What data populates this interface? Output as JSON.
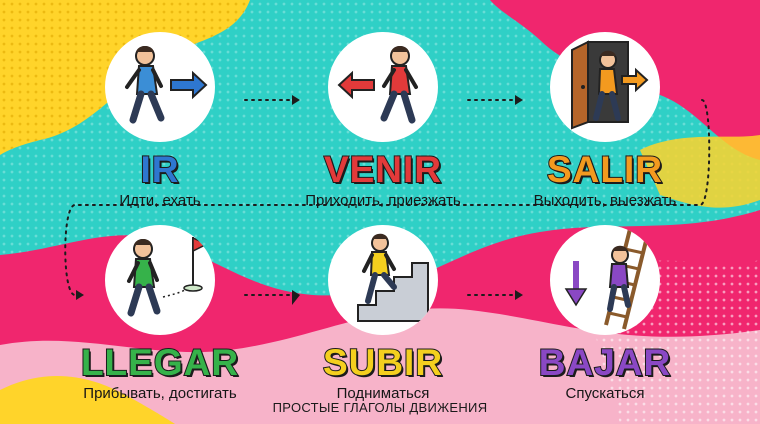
{
  "verbs": [
    {
      "word": "IR",
      "translation": "Идти, ехать",
      "color": "#2e77d0"
    },
    {
      "word": "VENIR",
      "translation": "Приходить, приезжать",
      "color": "#e23a3a"
    },
    {
      "word": "SALIR",
      "translation": "Выходить, выезжать",
      "color": "#f39a1f"
    },
    {
      "word": "LLEGAR",
      "translation": "Прибывать, достигать",
      "color": "#36b24a"
    },
    {
      "word": "SUBIR",
      "translation": "Подниматься",
      "color": "#f4cf1e"
    },
    {
      "word": "BAJAR",
      "translation": "Спускаться",
      "color": "#8a48c4"
    }
  ],
  "footer": "ПРОСТЫЕ ГЛАГОЛЫ ДВИЖЕНИЯ",
  "colors": {
    "background_teal": "#2fd0c6",
    "blob_yellow": "#ffd42a",
    "blob_pink": "#f0266e",
    "blob_light_pink": "#f7b3c9"
  }
}
